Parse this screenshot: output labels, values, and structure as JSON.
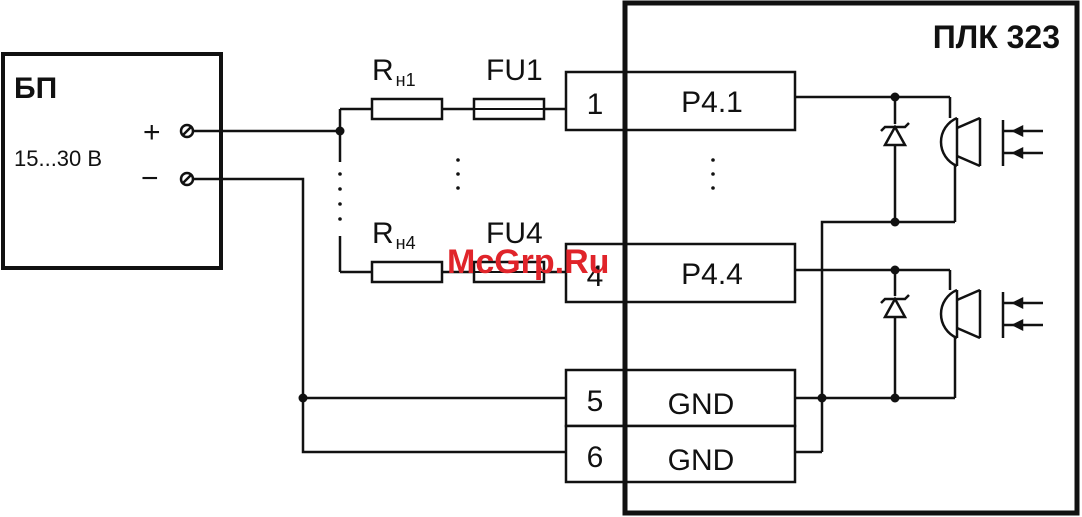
{
  "power_supply": {
    "title": "БП",
    "voltage": "15...30 В",
    "plus": "+",
    "minus": "−"
  },
  "plc": {
    "title": "ПЛК 323"
  },
  "resistors": {
    "r1": {
      "main": "R",
      "sub": "н1"
    },
    "r4": {
      "main": "R",
      "sub": "н4"
    }
  },
  "fuses": {
    "f1": "FU1",
    "f4": "FU4"
  },
  "terminals": [
    {
      "num": "1",
      "name": "P4.1"
    },
    {
      "num": "4",
      "name": "P4.4"
    },
    {
      "num": "5",
      "name": "GND"
    },
    {
      "num": "6",
      "name": "GND"
    }
  ],
  "watermark": "McGrp.Ru",
  "colors": {
    "line": "#111111",
    "watermark": "#e0242a"
  }
}
